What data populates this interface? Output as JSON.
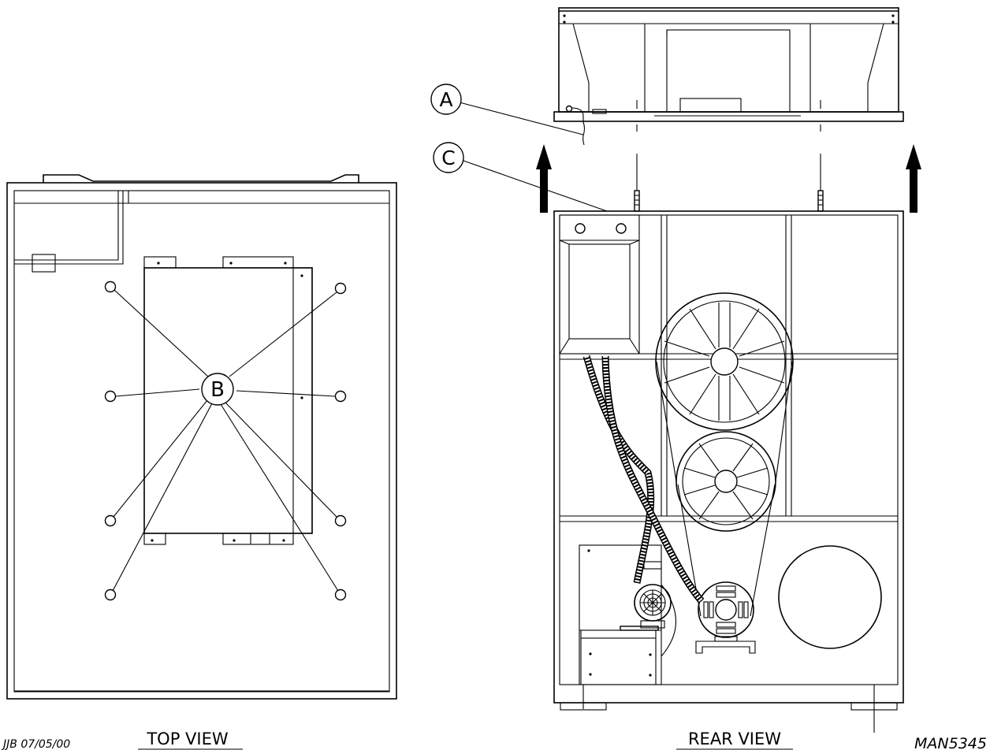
{
  "labels": {
    "callout_a": "A",
    "callout_b": "B",
    "callout_c": "C",
    "top_view_title": "TOP VIEW",
    "rear_view_title": "REAR VIEW",
    "author_date": "JJB 07/05/00",
    "drawing_number": "MAN5345"
  }
}
